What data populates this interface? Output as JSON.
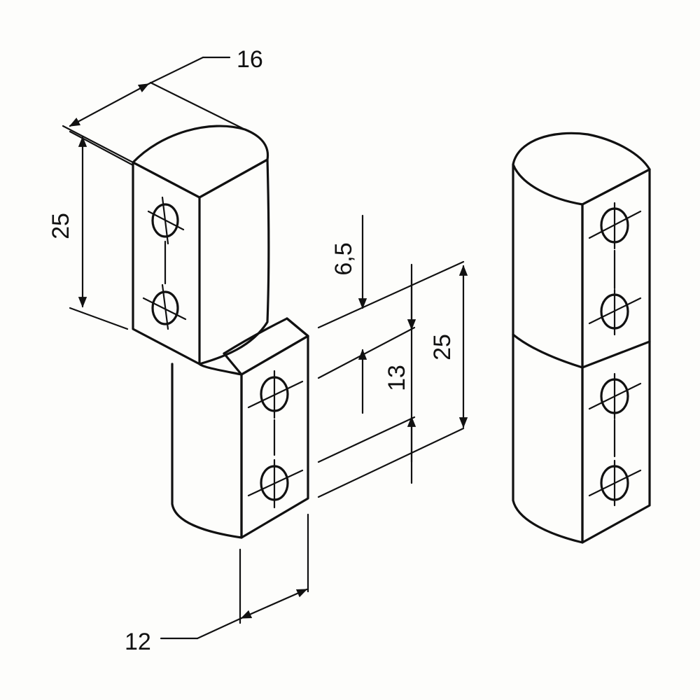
{
  "dimensions": {
    "top_width": "16",
    "top_height": "25",
    "hole_offset": "6,5",
    "hole_spacing": "13",
    "lower_height": "25",
    "bottom_width": "12"
  },
  "colors": {
    "line": "#111111",
    "paper": "#fdfdfb"
  }
}
